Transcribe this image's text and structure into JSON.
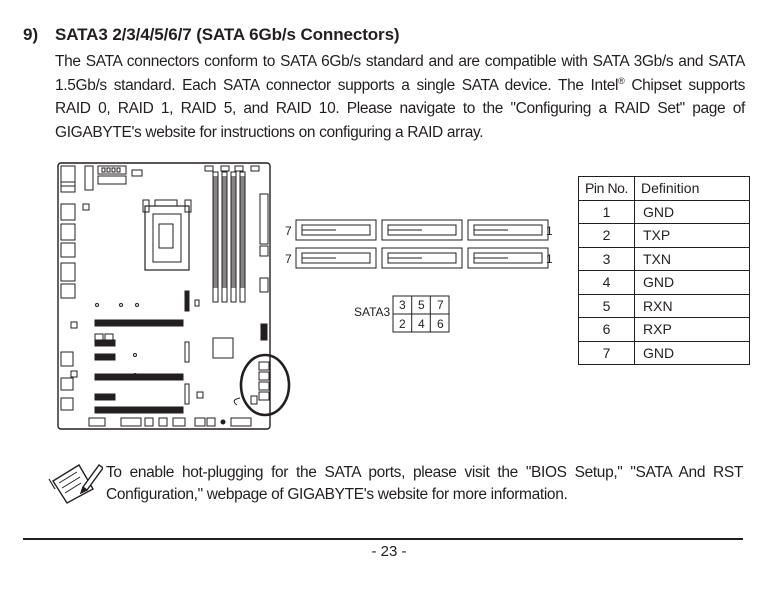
{
  "section": {
    "number": "9)",
    "title": "SATA3 2/3/4/5/6/7 (SATA 6Gb/s Connectors)",
    "body_part1": "The SATA connectors conform to SATA 6Gb/s standard and are compatible with SATA 3Gb/s and SATA 1.5Gb/s standard. Each SATA connector supports a single SATA device. The Intel",
    "registered_mark": "®",
    "body_part2": " Chipset supports RAID 0, RAID 1, RAID 5, and RAID 10. Please navigate to the \"Configuring a RAID Set\" page of GIGABYTE's website for instructions on configuring a RAID array."
  },
  "sata_diagram": {
    "connector_label": "SATA3",
    "pin_left_top": "7",
    "pin_left_bottom": "7",
    "pin_right_top": "1",
    "pin_right_bottom": "1",
    "port_numbers_top": [
      "3",
      "5",
      "7"
    ],
    "port_numbers_bottom": [
      "2",
      "4",
      "6"
    ]
  },
  "pin_table": {
    "headers": [
      "Pin No.",
      "Definition"
    ],
    "rows": [
      [
        "1",
        "GND"
      ],
      [
        "2",
        "TXP"
      ],
      [
        "3",
        "TXN"
      ],
      [
        "4",
        "GND"
      ],
      [
        "5",
        "RXN"
      ],
      [
        "6",
        "RXP"
      ],
      [
        "7",
        "GND"
      ]
    ]
  },
  "note": {
    "icon": "note-pencil-icon",
    "text": "To enable hot-plugging for the SATA ports, please visit the \"BIOS Setup,\" \"SATA And RST Configuration,\" webpage of GIGABYTE's website for more information."
  },
  "footer": {
    "page_number": "- 23 -"
  },
  "colors": {
    "ink": "#231f20",
    "background": "#ffffff"
  }
}
